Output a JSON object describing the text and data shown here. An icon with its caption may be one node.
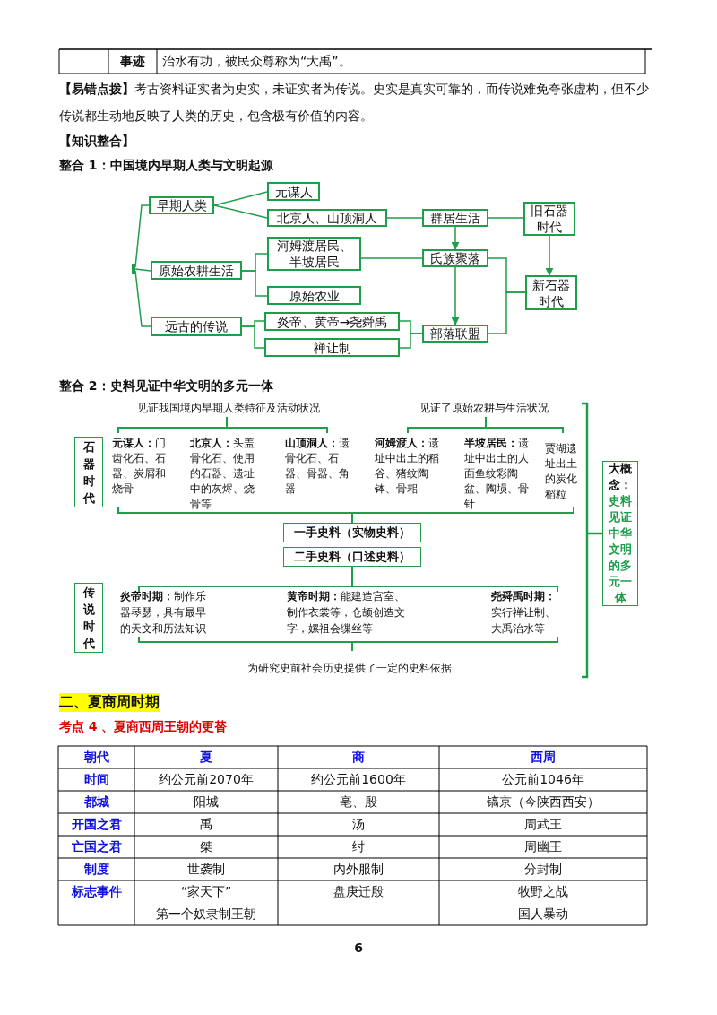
{
  "diagram": {
    "nodes": [
      {
        "text": [
          "早期人类"
        ]
      },
      {
        "text": [
          "元谋人"
        ]
      },
      {
        "text": [
          "北京人、山顶洞人"
        ]
      },
      {
        "text": [
          "原始农耕生活"
        ]
      },
      {
        "text": [
          "河姆渡居民、半坡居民"
        ]
      },
      {
        "text": [
          "原始农业"
        ]
      },
      {
        "text": [
          "远古的传说"
        ]
      },
      {
        "text": [
          "炎帝、黄帝→尧舜禹"
        ]
      },
      {
        "text": [
          "禅让制"
        ]
      },
      {
        "text": [
          "群居生活"
        ]
      },
      {
        "text": [
          "氏族聚落"
        ]
      },
      {
        "text": [
          "部落联盟"
        ]
      },
      {
        "text": [
          "旧石器时代"
        ]
      },
      {
        "text": [
          "新石器时代"
        ]
      },
      {
        "text": [
          "石器时代"
        ]
      },
      {
        "text": [
          "一手史料（实物史料）"
        ]
      },
      {
        "text": [
          "二手史料（口述史料）"
        ]
      },
      {
        "text": [
          "传说时代"
        ]
      },
      {
        "text": [
          "大概念：",
          "史料见证中华文明的多元一体"
        ]
      },
      {
        "text": [],
        "shape": "bar"
      }
    ],
    "edges": [
      {
        "from": 0,
        "to": 1,
        "arrow": "none"
      },
      {
        "from": 0,
        "to": 2,
        "arrow": "none"
      },
      {
        "from": 3,
        "to": 4,
        "arrow": "none"
      },
      {
        "from": 3,
        "to": 5,
        "arrow": "none"
      },
      {
        "from": 6,
        "to": 7,
        "arrow": "none"
      },
      {
        "from": 6,
        "to": 8,
        "arrow": "none"
      },
      {
        "from": 2,
        "to": 9,
        "arrow": "none"
      },
      {
        "from": 4,
        "to": 10,
        "arrow": "none"
      },
      {
        "from": 7,
        "to": 11,
        "arrow": "none"
      },
      {
        "from": 8,
        "to": 11,
        "arrow": "none"
      },
      {
        "from": 9,
        "to": 12,
        "arrow": "none"
      },
      {
        "from": 9,
        "to": 10,
        "arrow": "to"
      },
      {
        "from": 10,
        "to": 11,
        "arrow": "to"
      },
      {
        "from": 12,
        "to": 13,
        "arrow": "to"
      },
      {
        "from": 10,
        "to": 13,
        "arrow": "none"
      },
      {
        "from": 11,
        "to": 13,
        "arrow": "none"
      },
      {
        "from": 19,
        "to": 0,
        "arrow": "none"
      },
      {
        "from": 19,
        "to": 3,
        "arrow": "none"
      },
      {
        "from": 19,
        "to": 6,
        "arrow": "none"
      }
    ],
    "labels": [
      "事迹",
      "治水有功，被民众尊称为“大禹”。",
      "**【易错点拨】**考古资料证实者为史实，未证实者为传说。史实是真实可靠的，而传说难免夸张虚构，但不少传说都生动地反映了人类的历史，包含极有价值的内容。",
      "【知识整合】",
      "整合 1：中国境内早期人类与文明起源",
      "整合 2：史料见证中华文明的多元一体",
      "见证我国境内早期人类特征及活动状况",
      "见证了原始农耕与生活状况",
      "**元谋人：**门齿化石、石器、炭屑和烧骨",
      "**北京人：**头盖骨化石、使用的石器、遗址中的灰烬、烧骨等",
      "**山顶洞人：**遗骨化石、石器、骨器、角器",
      "**河姆渡人：**遗址中出土的稻谷、猪纹陶钵、骨耜",
      "**半坡居民：**遗址中出土的人面鱼纹彩陶盆、陶埙、骨针",
      "贾湖遗址出土的炭化稻粒",
      "**炎帝时期：**制作乐器琴瑟，具有最早的天文和历法知识",
      "**黄帝时期：**能建造宫室、制作衣裳等，仓颉创造文字，嫘祖会缫丝等",
      "**尧舜禹时期：**实行禅让制、大禹治水等",
      "为研究史前社会历史提供了一定的史料依据",
      "二、夏商周时期",
      "考点 4 、夏商西周王朝的更替",
      "朝代",
      "夏",
      "商",
      "西周",
      "时间",
      "约公元前2070年",
      "约公元前1600年",
      "公元前1046年",
      "都城",
      "阳城",
      "亳、殷",
      "镐京（今陕西西安）",
      "开国之君",
      "禹",
      "汤",
      "周武王",
      "亡国之君",
      "桀",
      "纣",
      "周幽王",
      "制度",
      "世袭制",
      "内外服制",
      "分封制",
      "标志事件",
      "“家天下”",
      "第一个奴隶制王朝",
      "盘庚迁殷",
      "牧野之战",
      "国人暴动",
      "6"
    ]
  }
}
